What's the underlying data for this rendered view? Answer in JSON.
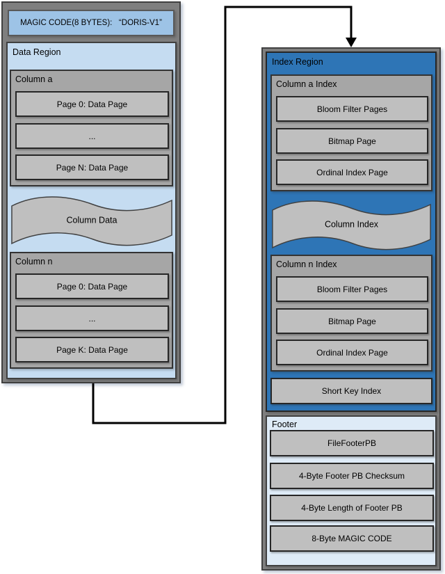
{
  "palette": {
    "outer_gray": "#7f7f7f",
    "column_gray": "#a6a6a6",
    "page_gray": "#bfbfbf",
    "magic_blue": "#9dc3e6",
    "data_region_blue": "#c5dcf1",
    "index_region_blue": "#2e75b6",
    "footer_blue": "#deebf7",
    "connector_black": "#000000"
  },
  "left": {
    "magic_header": "MAGIC CODE(8 BYTES):   “DORIS-V1”",
    "data_region": {
      "label": "Data Region",
      "column_a": {
        "label": "Column a",
        "pages": [
          "Page 0: Data Page",
          "...",
          "Page N: Data Page"
        ]
      },
      "wave_label": "Column Data",
      "column_n": {
        "label": "Column n",
        "pages": [
          "Page 0: Data Page",
          "...",
          "Page K: Data Page"
        ]
      }
    }
  },
  "right": {
    "index_region": {
      "label": "Index Region",
      "column_a_index": {
        "label": "Column a Index",
        "pages": [
          "Bloom Filter Pages",
          "Bitmap Page",
          "Ordinal Index Page"
        ]
      },
      "wave_label": "Column Index",
      "column_n_index": {
        "label": "Column n Index",
        "pages": [
          "Bloom Filter Pages",
          "Bitmap Page",
          "Ordinal Index Page"
        ]
      },
      "short_key": "Short Key Index"
    },
    "footer": {
      "label": "Footer",
      "items": [
        "FileFooterPB",
        "4-Byte Footer PB Checksum",
        "4-Byte Length of Footer PB",
        "8-Byte MAGIC CODE"
      ]
    }
  }
}
